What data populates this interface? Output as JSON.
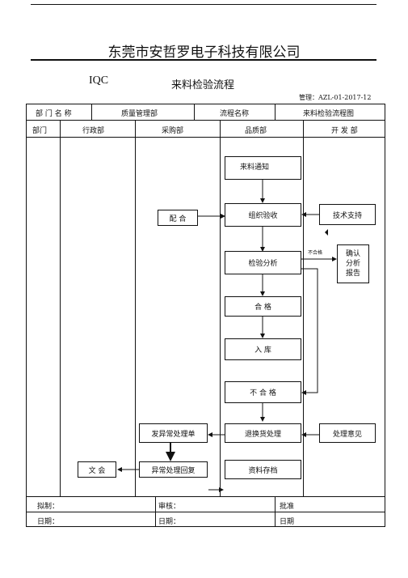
{
  "company": "东莞市安哲罗电子科技有限公司",
  "code_label": "IQC",
  "doc_title": "来料检验流程",
  "management_no": "管理：AZL-01-2017-12",
  "header_row": {
    "dept_name_label": "部 门 名 称",
    "dept_name_value": "质量管理部",
    "flow_name_label": "流程名称",
    "flow_name_value": "来料检验流程图"
  },
  "columns": [
    "部门",
    "行政部",
    "采购部",
    "品质部",
    "开 发 部"
  ],
  "nodes": {
    "incoming_notice": "来料通知",
    "organize_inspection": "组织验收",
    "cooperate": "配  合",
    "tech_support": "技术支持",
    "inspection_analysis": "检验分析",
    "confirm_report": "确认\n分析\n报告",
    "unqualified_note": "不合格",
    "qualified": "合      格",
    "warehousing": "入      库",
    "unqualified": "不   合   格",
    "issue_exception": "发异常处理单",
    "return_exchange": "退换货处理",
    "handling_opinion": "处理意见",
    "document": "文  会",
    "exception_reply": "异常处理回复",
    "archive": "资料存档"
  },
  "footer": {
    "prepared": "拟制：",
    "reviewed": "审核：",
    "approved": "批准",
    "date1": "日期：",
    "date2": "日期：",
    "date3": "日期"
  }
}
